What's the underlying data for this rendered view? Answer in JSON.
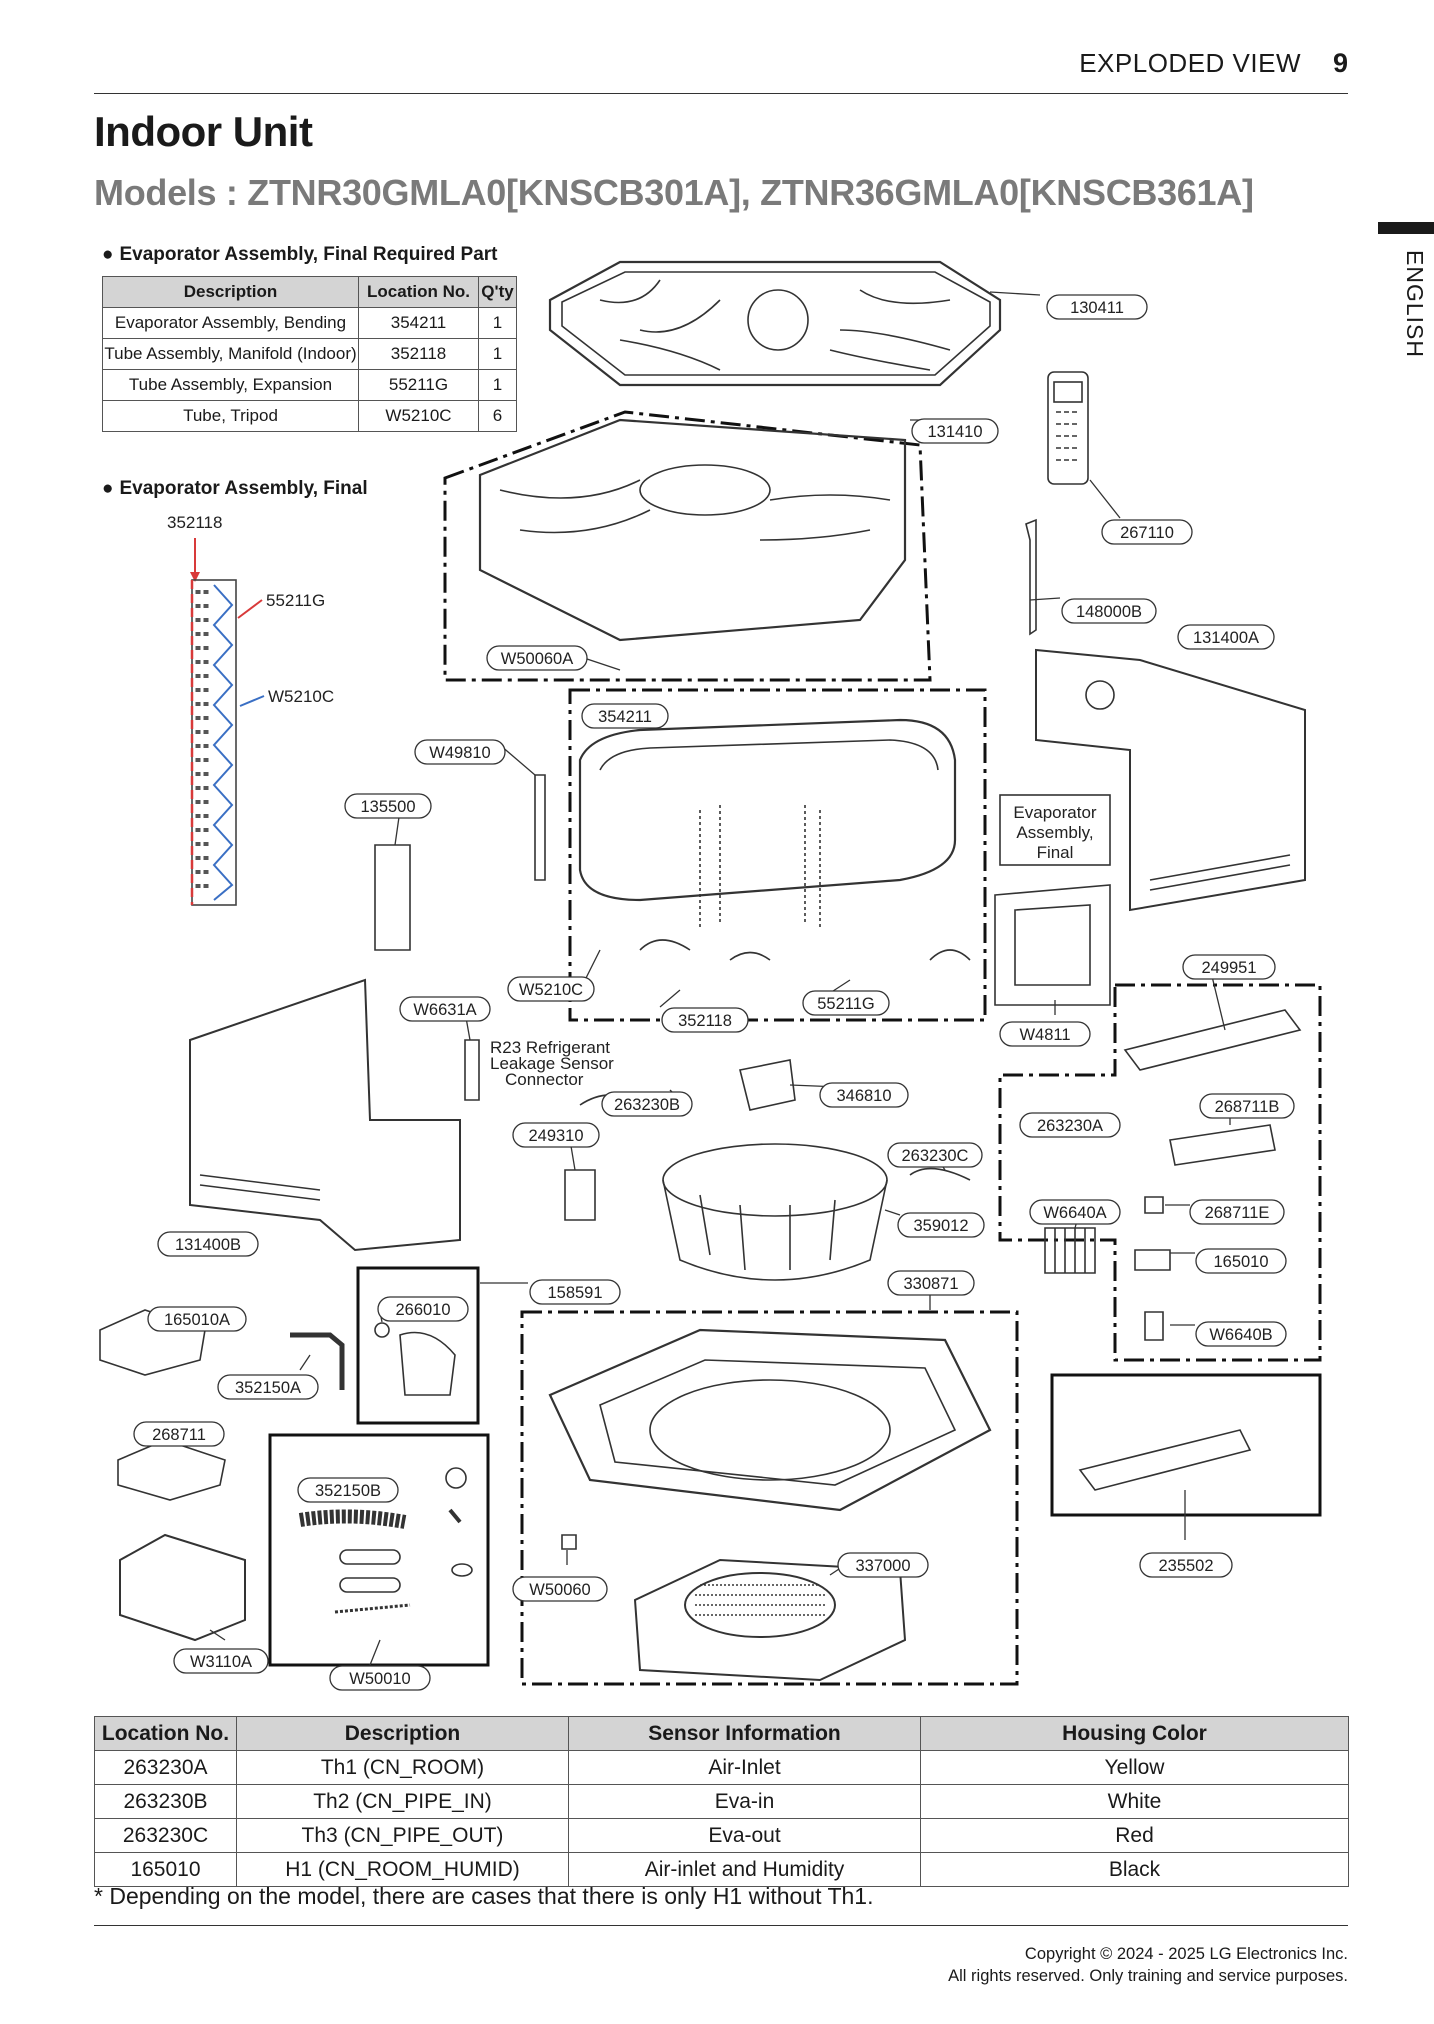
{
  "header": {
    "section": "EXPLODED VIEW",
    "page": "9",
    "language_tab": "ENGLISH"
  },
  "title": "Indoor Unit",
  "models": "Models : ZTNR30GMLA0[KNSCB301A], ZTNR36GMLA0[KNSCB361A]",
  "required_parts": {
    "heading": "Evaporator Assembly, Final Required Part",
    "columns": [
      "Description",
      "Location No.",
      "Q'ty"
    ],
    "rows": [
      [
        "Evaporator Assembly, Bending",
        "354211",
        "1"
      ],
      [
        "Tube Assembly, Manifold (Indoor)",
        "352118",
        "1"
      ],
      [
        "Tube Assembly, Expansion",
        "55211G",
        "1"
      ],
      [
        "Tube, Tripod",
        "W5210C",
        "6"
      ]
    ]
  },
  "evap_final": {
    "heading": "Evaporator Assembly, Final",
    "labels": [
      "352118",
      "55211G",
      "W5210C"
    ]
  },
  "callouts": {
    "p130411": "130411",
    "p131410": "131410",
    "p267110": "267110",
    "p148000B": "148000B",
    "p131400A": "131400A",
    "pW50060A": "W50060A",
    "p354211": "354211",
    "pW49810": "W49810",
    "p135500": "135500",
    "evap_box": [
      "Evaporator",
      "Assembly,",
      "Final"
    ],
    "p249951": "249951",
    "pW5210C": "W5210C",
    "p55211G": "55211G",
    "p352118": "352118",
    "pW4811": "W4811",
    "pW6631A": "W6631A",
    "sensor_note": [
      "R23 Refrigerant",
      "Leakage Sensor",
      "Connector"
    ],
    "p263230B": "263230B",
    "p346810": "346810",
    "p263230A": "263230A",
    "p268711B": "268711B",
    "p249310": "249310",
    "p263230C": "263230C",
    "p131400B": "131400B",
    "p359012": "359012",
    "pW6640A": "W6640A",
    "p268711E": "268711E",
    "p165010": "165010",
    "p330871": "330871",
    "p158591": "158591",
    "p266010": "266010",
    "p165010A": "165010A",
    "pW6640B": "W6640B",
    "p352150A": "352150A",
    "p268711": "268711",
    "p352150B": "352150B",
    "p337000": "337000",
    "p235502": "235502",
    "pW50060": "W50060",
    "pW3110A": "W3110A",
    "pW50010": "W50010"
  },
  "sensor_table": {
    "columns": [
      "Location No.",
      "Description",
      "Sensor Information",
      "Housing Color"
    ],
    "rows": [
      [
        "263230A",
        "Th1 (CN_ROOM)",
        "Air-Inlet",
        "Yellow"
      ],
      [
        "263230B",
        "Th2 (CN_PIPE_IN)",
        "Eva-in",
        "White"
      ],
      [
        "263230C",
        "Th3 (CN_PIPE_OUT)",
        "Eva-out",
        "Red"
      ],
      [
        "165010",
        "H1 (CN_ROOM_HUMID)",
        "Air-inlet and Humidity",
        "Black"
      ]
    ]
  },
  "note": "* Depending on the model, there are cases that there is only H1 without Th1.",
  "copyright": [
    "Copyright © 2024 - 2025 LG Electronics Inc.",
    "All rights reserved. Only training and service purposes."
  ],
  "colors": {
    "accent_red": "#d83a3a",
    "accent_blue": "#3a6fc4",
    "header_gray": "#d4d4d4"
  }
}
